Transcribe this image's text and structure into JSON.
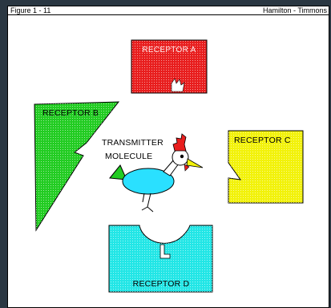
{
  "figure": {
    "number": "Figure 1 - 11",
    "authors": "Hamilton - Timmons"
  },
  "receptors": {
    "a": {
      "label": "RECEPTOR A",
      "color": "#e81e1e"
    },
    "b": {
      "label": "RECEPTOR B",
      "color": "#22cc22"
    },
    "c": {
      "label": "RECEPTOR C",
      "color": "#f2f20a"
    },
    "d": {
      "label": "RECEPTOR D",
      "color": "#22e6e6"
    }
  },
  "transmitter": {
    "label_line1": "TRANSMITTER",
    "label_line2": "MOLECULE",
    "body_color": "#2ae0ff",
    "tail_color": "#22cc22",
    "comb_color": "#e81e1e",
    "beak_color": "#f2f20a"
  }
}
